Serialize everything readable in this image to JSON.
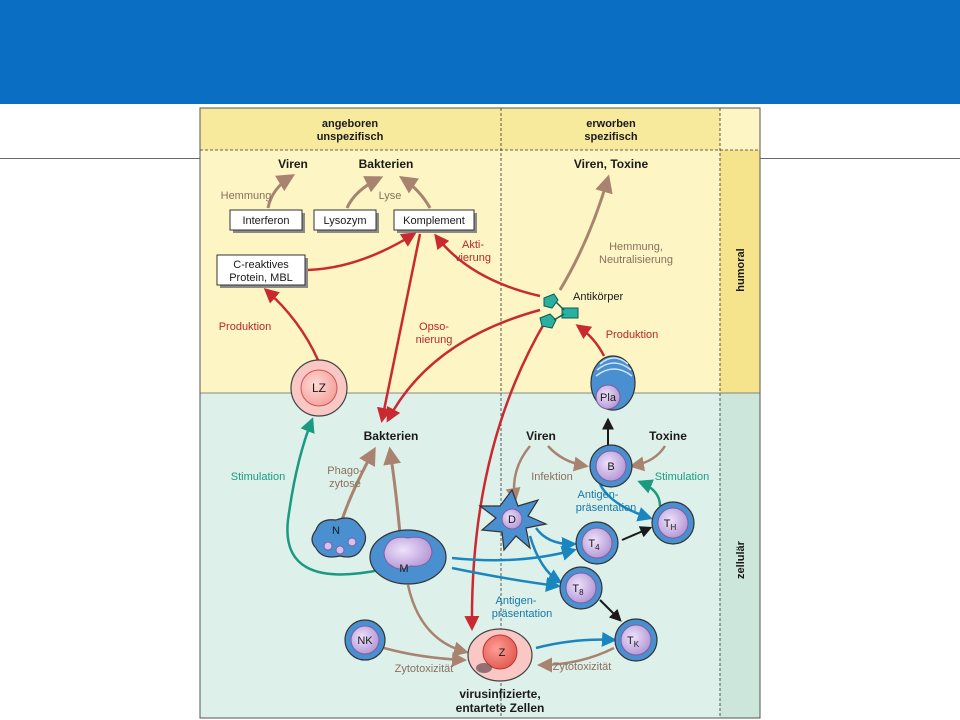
{
  "header": {
    "color": "#0a6fc2"
  },
  "columns": {
    "innate_line1": "angeboren",
    "innate_line2": "unspezifisch",
    "adaptive_line1": "erworben",
    "adaptive_line2": "spezifisch"
  },
  "rows": {
    "humoral": "humoral",
    "cellular": "zellulär"
  },
  "colors": {
    "humoral_bg": "#fdf5c4",
    "cellular_bg": "#def0ea",
    "sidebar_bg": "#f5e48c",
    "red_arrow": "#c82a30",
    "brown_arrow": "#a88470",
    "blue_arrow": "#1a86c0",
    "green_arrow": "#1a9a80",
    "cell_blue": "#4a8fd0",
    "cell_lilac": "#b79bd8"
  },
  "humoral": {
    "targets": {
      "viren": "Viren",
      "bakterien": "Bakterien",
      "viren_toxine": "Viren, Toxine"
    },
    "edge_labels": {
      "hemmung": "Hemmung",
      "lyse": "Lyse",
      "produktion_left": "Produktion",
      "opso_1": "Opso-",
      "opso_2": "nierung",
      "akti_1": "Akti-",
      "akti_2": "vierung",
      "hemmung_neutr_1": "Hemmung,",
      "hemmung_neutr_2": "Neutralisierung",
      "produktion_right": "Produktion"
    },
    "boxes": {
      "interferon": "Interferon",
      "lysozym": "Lysozym",
      "komplement": "Komplement",
      "crp_1": "C-reaktives",
      "crp_2": "Protein, MBL"
    },
    "antikoerper": "Antikörper",
    "cells": {
      "lz": "LZ",
      "pla": "Pla"
    }
  },
  "cellular": {
    "targets": {
      "bakterien": "Bakterien",
      "viren": "Viren",
      "toxine": "Toxine",
      "z_caption_1": "virusinfizierte,",
      "z_caption_2": "entartete Zellen"
    },
    "edge_labels": {
      "stimulation_left": "Stimulation",
      "phago_1": "Phago-",
      "phago_2": "zytose",
      "infektion": "Infektion",
      "stimulation_right": "Stimulation",
      "antigen1_1": "Antigen-",
      "antigen1_2": "präsentation",
      "antigen2_1": "Antigen-",
      "antigen2_2": "präsentation",
      "zyto_left": "Zytotoxizität",
      "zyto_right": "Zytotoxizität"
    },
    "cells": {
      "n": "N",
      "m": "M",
      "nk": "NK",
      "d": "D",
      "b": "B",
      "z": "Z",
      "t4": "T",
      "t4_sub": "4",
      "t8": "T",
      "t8_sub": "8",
      "th": "T",
      "th_sub": "H",
      "tk": "T",
      "tk_sub": "K"
    }
  }
}
